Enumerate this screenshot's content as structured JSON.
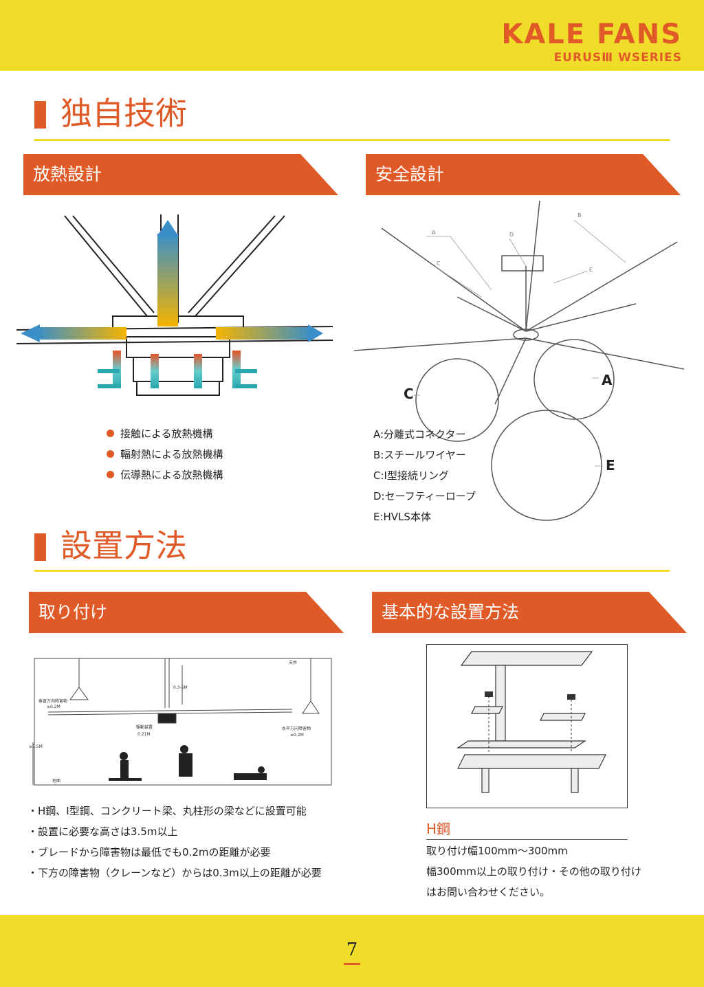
{
  "brand": {
    "name": "KALE FANS",
    "series": "EURUSⅢ WSERIES"
  },
  "section1": {
    "title": "独自技術"
  },
  "heat": {
    "heading": "放熱設計",
    "points": [
      "接触による放熱機構",
      "輻射熱による放熱機構",
      "伝導熱による放熱機構"
    ]
  },
  "safety": {
    "heading": "安全設計",
    "diagram_labels": {
      "a": "A",
      "b": "B",
      "c": "C",
      "d": "D",
      "e": "E"
    },
    "legend": [
      "A:分離式コネクター",
      "B:スチールワイヤー",
      "C:I型接続リング",
      "D:セーフティーロープ",
      "E:HVLS本体"
    ]
  },
  "section2": {
    "title": "設置方法"
  },
  "mounting": {
    "heading": "取り付け",
    "diagram": {
      "ceiling": "天井",
      "floor": "地面",
      "vertical_clearance": "垂直方向障害物",
      "vertical_value": "≥0.2M",
      "gap": "0.3-5M",
      "drive": "駆動装置",
      "drive_value": "0.21M",
      "horizontal_clearance": "水平方向障害物",
      "horizontal_value": "≥0.2M",
      "height": "≥3.5M"
    },
    "notes": [
      "・H鋼、I型鋼、コンクリート梁、丸柱形の梁などに設置可能",
      "・設置に必要な高さは3.5m以上",
      "・ブレードから障害物は最低でも0.2mの距離が必要",
      "・下方の障害物（クレーンなど）からは0.3m以上の距離が必要"
    ]
  },
  "basic": {
    "heading": "基本的な設置方法",
    "beam_type": "H鋼",
    "notes": [
      "取り付け幅100mm～300mm",
      "幅300mm以上の取り付け・その他の取り付け",
      "はお問い合わせください。"
    ]
  },
  "page": {
    "number": "7"
  },
  "colors": {
    "accent": "#e05a28",
    "band": "#f0dd2a"
  }
}
